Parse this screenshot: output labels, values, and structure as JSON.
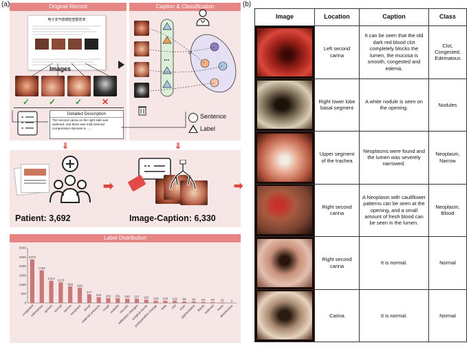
{
  "panel_a": {
    "tag": "(a)",
    "original_record": {
      "header": "Original Record",
      "doc_title": "电子支气管镜检查报告单",
      "images_label": "Images",
      "detailed_header": "Detailed Description",
      "detailed_text": "The second carina on the right side was widened, and there was mild external compression stenosis in ......"
    },
    "caption_classification": {
      "header": "Caption & Classification",
      "legend_sentence": "Sentence",
      "legend_label": "Label",
      "ellipsis": "..."
    },
    "patient_label": "Patient: 3,692",
    "image_caption_label": "Image-Caption: 6,330",
    "label_distribution": {
      "header": "Label Distribution"
    }
  },
  "chart_data": {
    "type": "bar",
    "title": "Label Distribution",
    "categories": [
      "congested",
      "edematous",
      "sputum",
      "normal",
      "narrow",
      "neoplasm",
      "blood",
      "external pressure",
      "rough",
      "nodules",
      "necrotic",
      "infiltration changes",
      "surgical stump",
      "postoperative change",
      "tube",
      "clot",
      "ulcer",
      "pigmentation",
      "fistula",
      "widened",
      "mass",
      "diverticulum"
    ],
    "values": [
      2373,
      1783,
      1214,
      1123,
      908,
      829,
      477,
      319,
      263,
      261,
      240,
      227,
      182,
      124,
      122,
      119,
      86,
      80,
      60,
      50,
      32,
      2
    ],
    "ylim": [
      0,
      3000
    ],
    "yticks": [
      0,
      500,
      1000,
      1500,
      2000,
      2500,
      3000
    ],
    "color": "#c9787a"
  },
  "panel_b": {
    "tag": "(b)",
    "columns": [
      "Image",
      "Location",
      "Caption",
      "Class"
    ],
    "rows": [
      {
        "location": "Left second carina",
        "caption": "It can be seen that the old dark red blood clot completely blocks the lumen, the mucosa is smooth, congested and edema.",
        "class": "Clot, Congested, Edematous"
      },
      {
        "location": "Right lower lobe basal segment",
        "caption": "A white nodule is seen on the opening.",
        "class": "Nodules"
      },
      {
        "location": "Upper segment of the trachea",
        "caption": "Neoplasms were found and the lumen was severely narrowed.",
        "class": "Neoplasm, Narrow"
      },
      {
        "location": "Right second carina",
        "caption": "A Neoplasm with cauliflower patterns can be seen at the opening, and a small amount of fresh blood can be seen in the lumen.",
        "class": "Neoplasm, Blood"
      },
      {
        "location": "Right second carina",
        "caption": "It is normal.",
        "class": "Normal"
      },
      {
        "location": "Carina",
        "caption": "It is normal.",
        "class": "Normal"
      }
    ]
  },
  "colors": {
    "accent": "#e58684",
    "panel_bg": "#f7e6e6",
    "arrow": "#e0463f",
    "check": "#2e9a3a",
    "cross": "#d23b33"
  }
}
